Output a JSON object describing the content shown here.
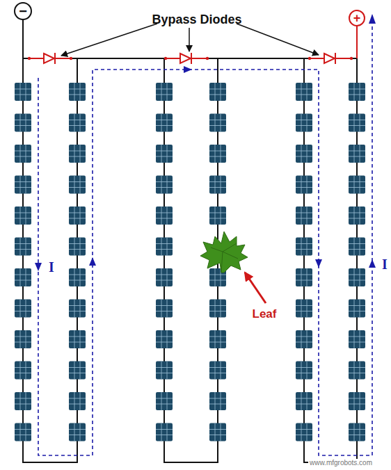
{
  "diagram": {
    "nodes": [
      {
        "text": [
          "−"
        ]
      },
      {
        "text": [
          "+"
        ]
      }
    ],
    "labels": [
      "Bypass Diodes",
      "Leaf",
      "I",
      "I",
      "www.mfgrobots.com"
    ]
  }
}
